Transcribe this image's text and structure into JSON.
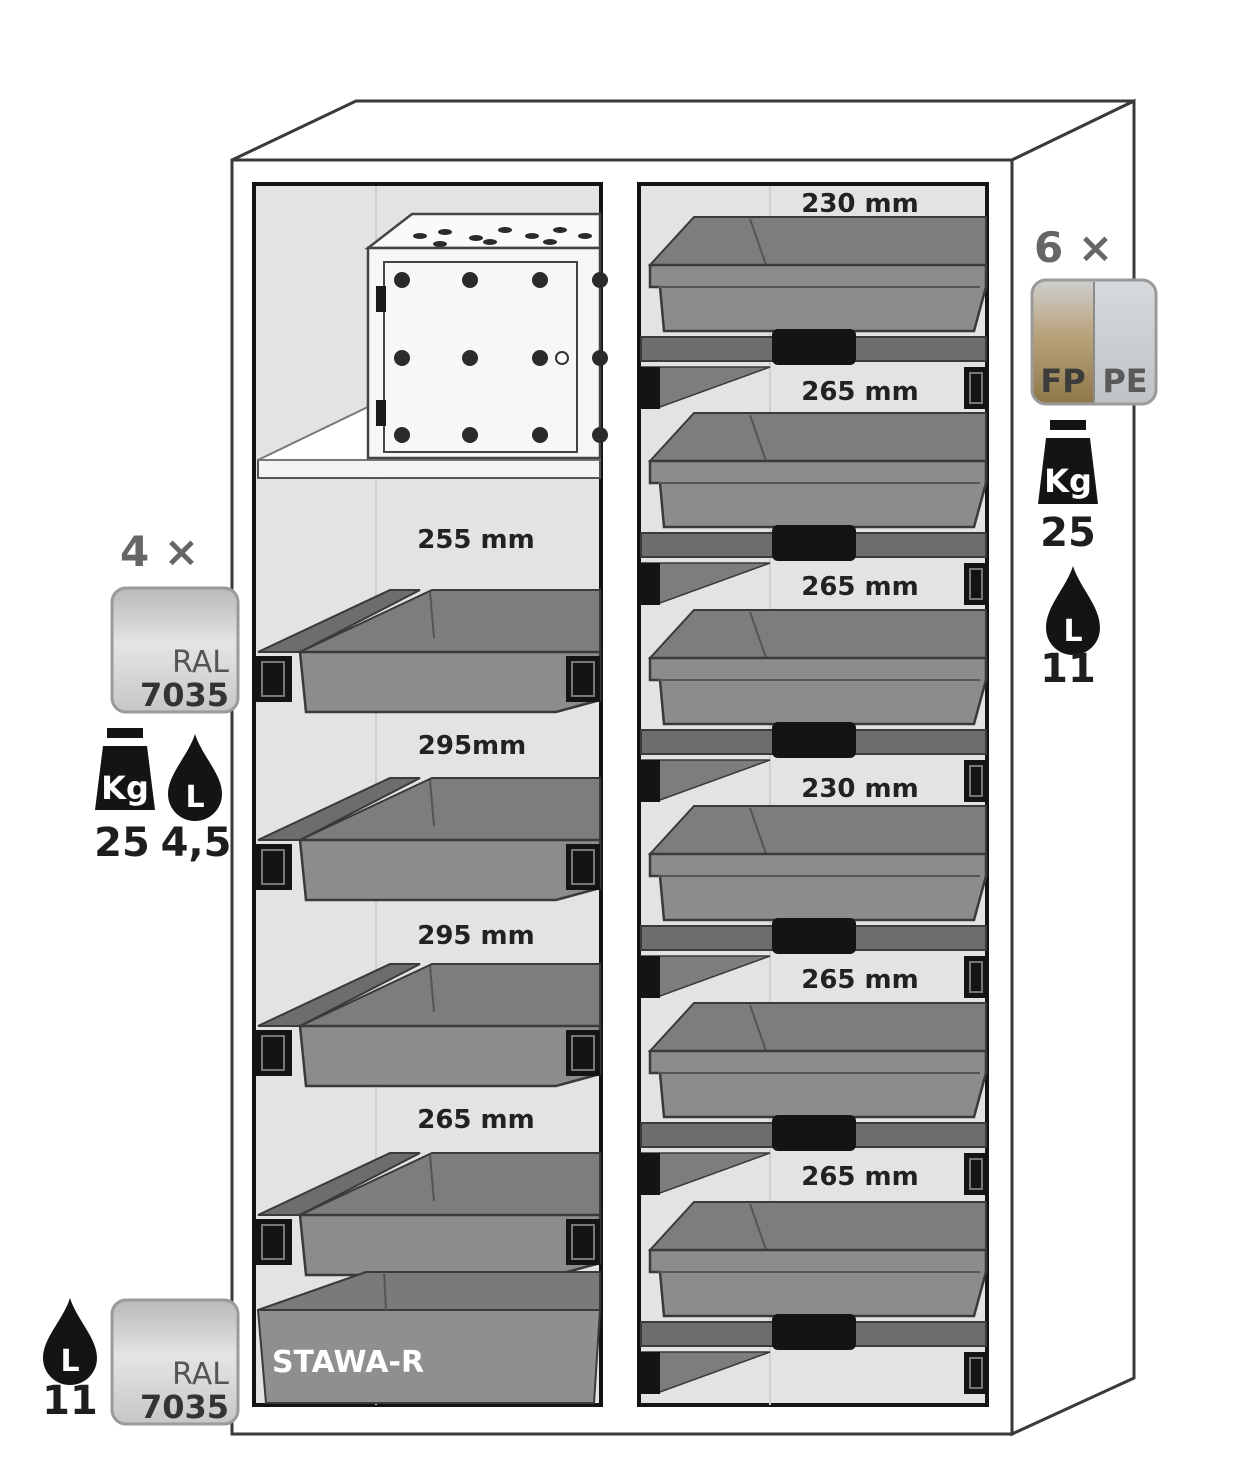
{
  "left_compartment": {
    "quantity": "4 ×",
    "ral_tile": {
      "top": "RAL",
      "bottom": "7035"
    },
    "weight_icon": "Kg",
    "weight_value": "25",
    "volume_icon": "L",
    "volume_value": "4,5",
    "spacings": [
      "255 mm",
      "295mm",
      "295 mm",
      "265 mm"
    ]
  },
  "right_compartment": {
    "quantity": "6 ×",
    "material_tile": {
      "left": "FP",
      "right": "PE"
    },
    "weight_icon": "Kg",
    "weight_value": "25",
    "volume_icon": "L",
    "volume_value": "11",
    "spacings": [
      "230 mm",
      "265 mm",
      "265 mm",
      "230 mm",
      "265 mm",
      "265 mm"
    ]
  },
  "sump": {
    "label": "STAWA-R",
    "volume_icon": "L",
    "volume_value": "11",
    "ral_tile": {
      "top": "RAL",
      "bottom": "7035"
    }
  },
  "colors": {
    "outline": "#3a3a3a",
    "interior": "#e3e3e3",
    "tray": "#8c8c8c",
    "tray_dark": "#6d6d6d",
    "black": "#141414",
    "tile_grey": "#cfcfcf",
    "fp_gold": "#a08a5c"
  }
}
